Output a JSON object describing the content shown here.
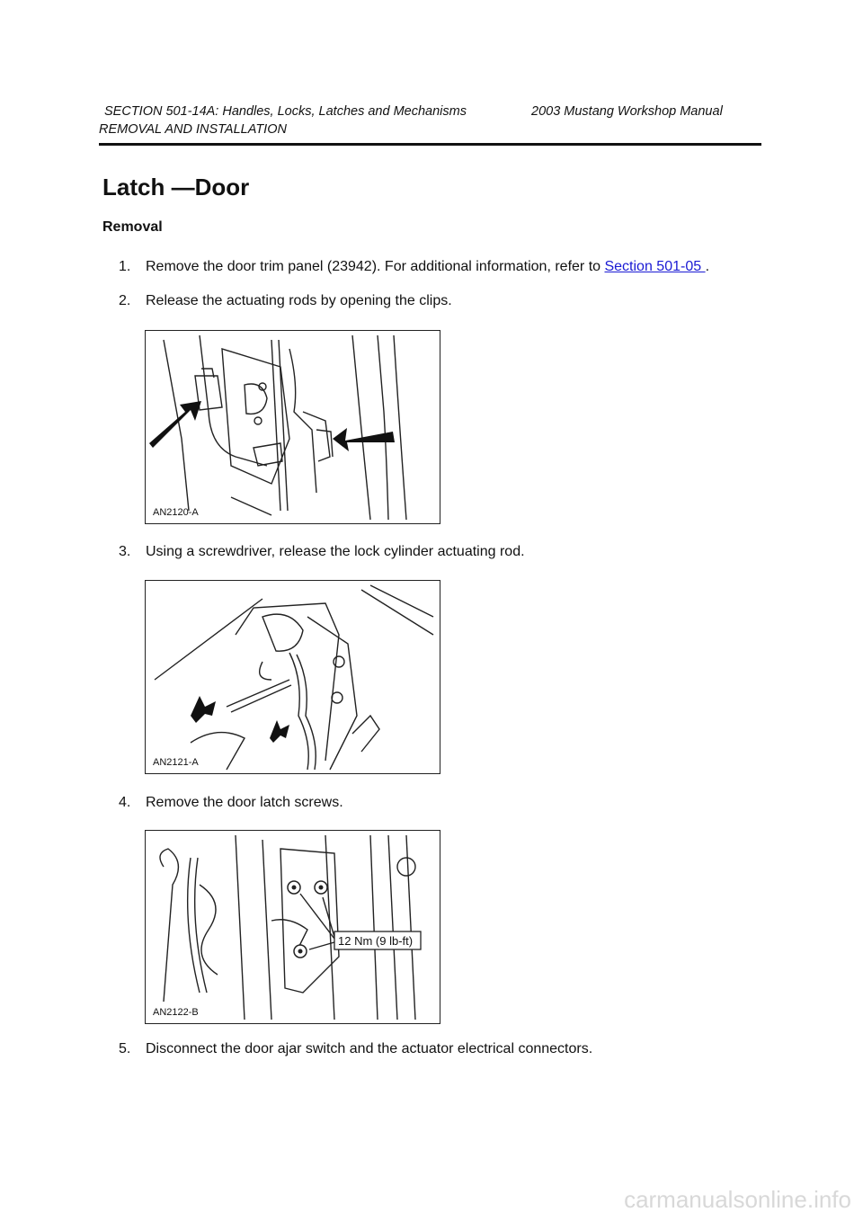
{
  "header": {
    "section": "SECTION 501-14A: Handles, Locks, Latches and Mechanisms",
    "manual": "2003 Mustang Workshop Manual",
    "subsection": "REMOVAL AND INSTALLATION"
  },
  "title": "Latch —Door",
  "subhead": "Removal",
  "steps": [
    {
      "num": "1.",
      "text": "Remove the door trim panel (23942). For additional information, refer to ",
      "link": "Section 501-05 ",
      "after": "."
    },
    {
      "num": "2.",
      "text": "Release the actuating rods by opening the clips."
    },
    {
      "num": "3.",
      "text": "Using a screwdriver, release the lock cylinder actuating rod."
    },
    {
      "num": "4.",
      "text": "Remove the door latch screws."
    },
    {
      "num": "5.",
      "text": "Disconnect the door ajar switch and the actuator electrical connectors."
    }
  ],
  "figures": [
    {
      "label": "AN2120-A"
    },
    {
      "label": "AN2121-A"
    },
    {
      "label": "AN2122-B",
      "torque": "12 Nm (9 lb-ft)"
    }
  ],
  "watermark": "carmanualsonline.info"
}
